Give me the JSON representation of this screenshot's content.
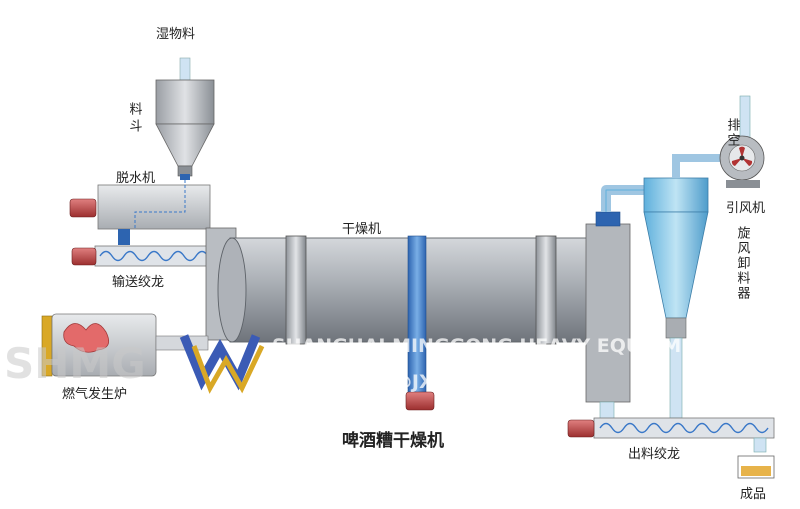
{
  "title": "啤酒糟干燥机",
  "labels": {
    "wet_material": "湿物料",
    "hopper": "料斗",
    "dewatering_machine": "脱水机",
    "conveyor_screw": "输送绞龙",
    "dryer": "干燥机",
    "exhaust": "排空",
    "induced_fan": "引风机",
    "cyclone": "旋风卸料器",
    "hot_air_furnace": "燃气发生炉",
    "discharge_screw": "出料绞龙",
    "product": "成品"
  },
  "watermark": {
    "company": "SHANGHAI MINGGONG HEAVY EQUIPMENT",
    "email": "E-MAIL: MJJ@JXJQ.COM",
    "logo_text": "SHMG"
  },
  "colors": {
    "steel": "#a9adb2",
    "steel_dark": "#7c8087",
    "pipe_blue": "#3a78c8",
    "motor_red": "#c64a4a",
    "cyclone_blue": "#7fc3e6",
    "logo_blue": "#3b5bb5",
    "logo_gold": "#d9a826"
  }
}
